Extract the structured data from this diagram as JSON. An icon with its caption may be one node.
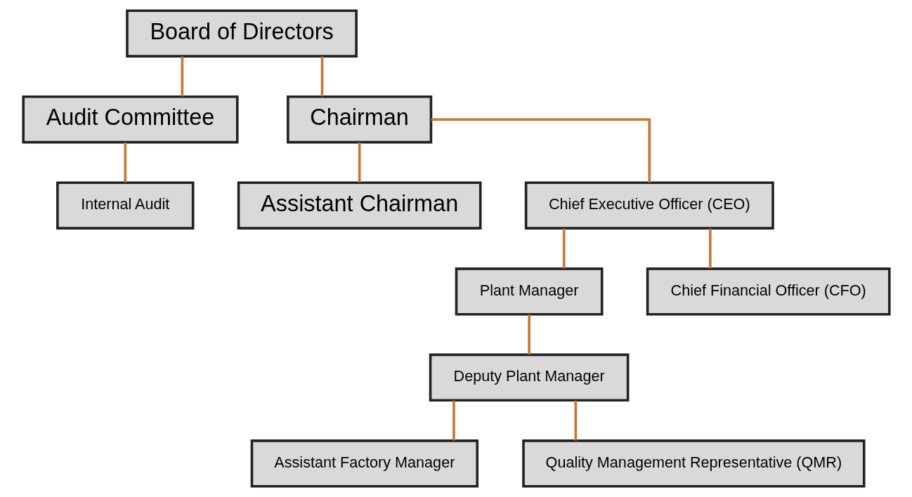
{
  "diagram": {
    "nodes": [
      {
        "text": [
          "Board of Directors"
        ]
      },
      {
        "text": [
          "Audit Committee"
        ]
      },
      {
        "text": [
          "Chairman"
        ]
      },
      {
        "text": [
          "Assistant Chairman"
        ]
      },
      {
        "text": [
          "Chief Executive Officer (CEO)"
        ]
      },
      {
        "text": [
          "Plant Manager"
        ]
      },
      {
        "text": [
          "Deputy Plant Manager"
        ]
      },
      {
        "text": [
          "Chief Financial Officer (CFO)"
        ]
      },
      {
        "text": [
          "Internal Audit"
        ]
      },
      {
        "text": [
          "Assistant Factory Manager"
        ]
      },
      {
        "text": [
          "Quality Management Representative (QMR)"
        ]
      }
    ],
    "edges": [
      {
        "from": 0,
        "to": 2,
        "arrow": "none"
      },
      {
        "from": 0,
        "to": 1,
        "arrow": "none"
      },
      {
        "from": 1,
        "to": 8,
        "arrow": "none"
      },
      {
        "from": 2,
        "to": 4,
        "arrow": "none"
      },
      {
        "from": 2,
        "to": 3,
        "arrow": "none"
      },
      {
        "from": 4,
        "to": 5,
        "arrow": "none"
      },
      {
        "from": 4,
        "to": 7,
        "arrow": "none"
      },
      {
        "from": 5,
        "to": 6,
        "arrow": "none"
      },
      {
        "from": 6,
        "to": 9,
        "arrow": "none"
      },
      {
        "from": 6,
        "to": 10,
        "arrow": "none"
      }
    ]
  }
}
